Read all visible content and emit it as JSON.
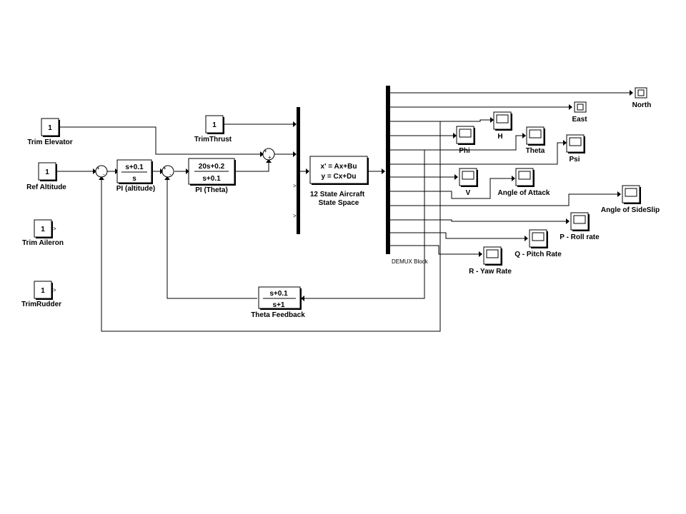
{
  "blocks": {
    "trim_elevator": {
      "value": "1",
      "label": "Trim Elevator"
    },
    "ref_altitude": {
      "value": "1",
      "label": "Ref Altitude"
    },
    "trim_aileron": {
      "value": "1",
      "label": "Trim Aileron"
    },
    "trim_rudder": {
      "value": "1",
      "label": "TrimRudder"
    },
    "trim_thrust": {
      "value": "1",
      "label": "TrimThrust"
    },
    "pi_altitude": {
      "num": "s+0.1",
      "den": "s",
      "label": "PI (altitude)"
    },
    "pi_theta": {
      "num": "20s+0.2",
      "den": "s+0.1",
      "label": "PI (Theta)"
    },
    "theta_feedback": {
      "num": "s+0.1",
      "den": "s+1",
      "label": "Theta Feedback"
    },
    "state_space": {
      "line1": "x' = Ax+Bu",
      "line2": "y = Cx+Du",
      "label1": "12 State Aircraft",
      "label2": "State Space"
    },
    "demux": {
      "label": "DEMUX Block"
    },
    "sum_signs": {
      "plus": "+",
      "minus": "-"
    }
  },
  "scopes": {
    "north": "North",
    "east": "East",
    "h": "H",
    "phi": "Phi",
    "theta": "Theta",
    "psi": "Psi",
    "v": "V",
    "aoa": "Angle of Attack",
    "sideslip": "Angle of SideSlip",
    "p": "P - Roll rate",
    "q": "Q - Pitch Rate",
    "r": "R - Yaw Rate"
  },
  "ports": {
    "open_mark": ">"
  }
}
